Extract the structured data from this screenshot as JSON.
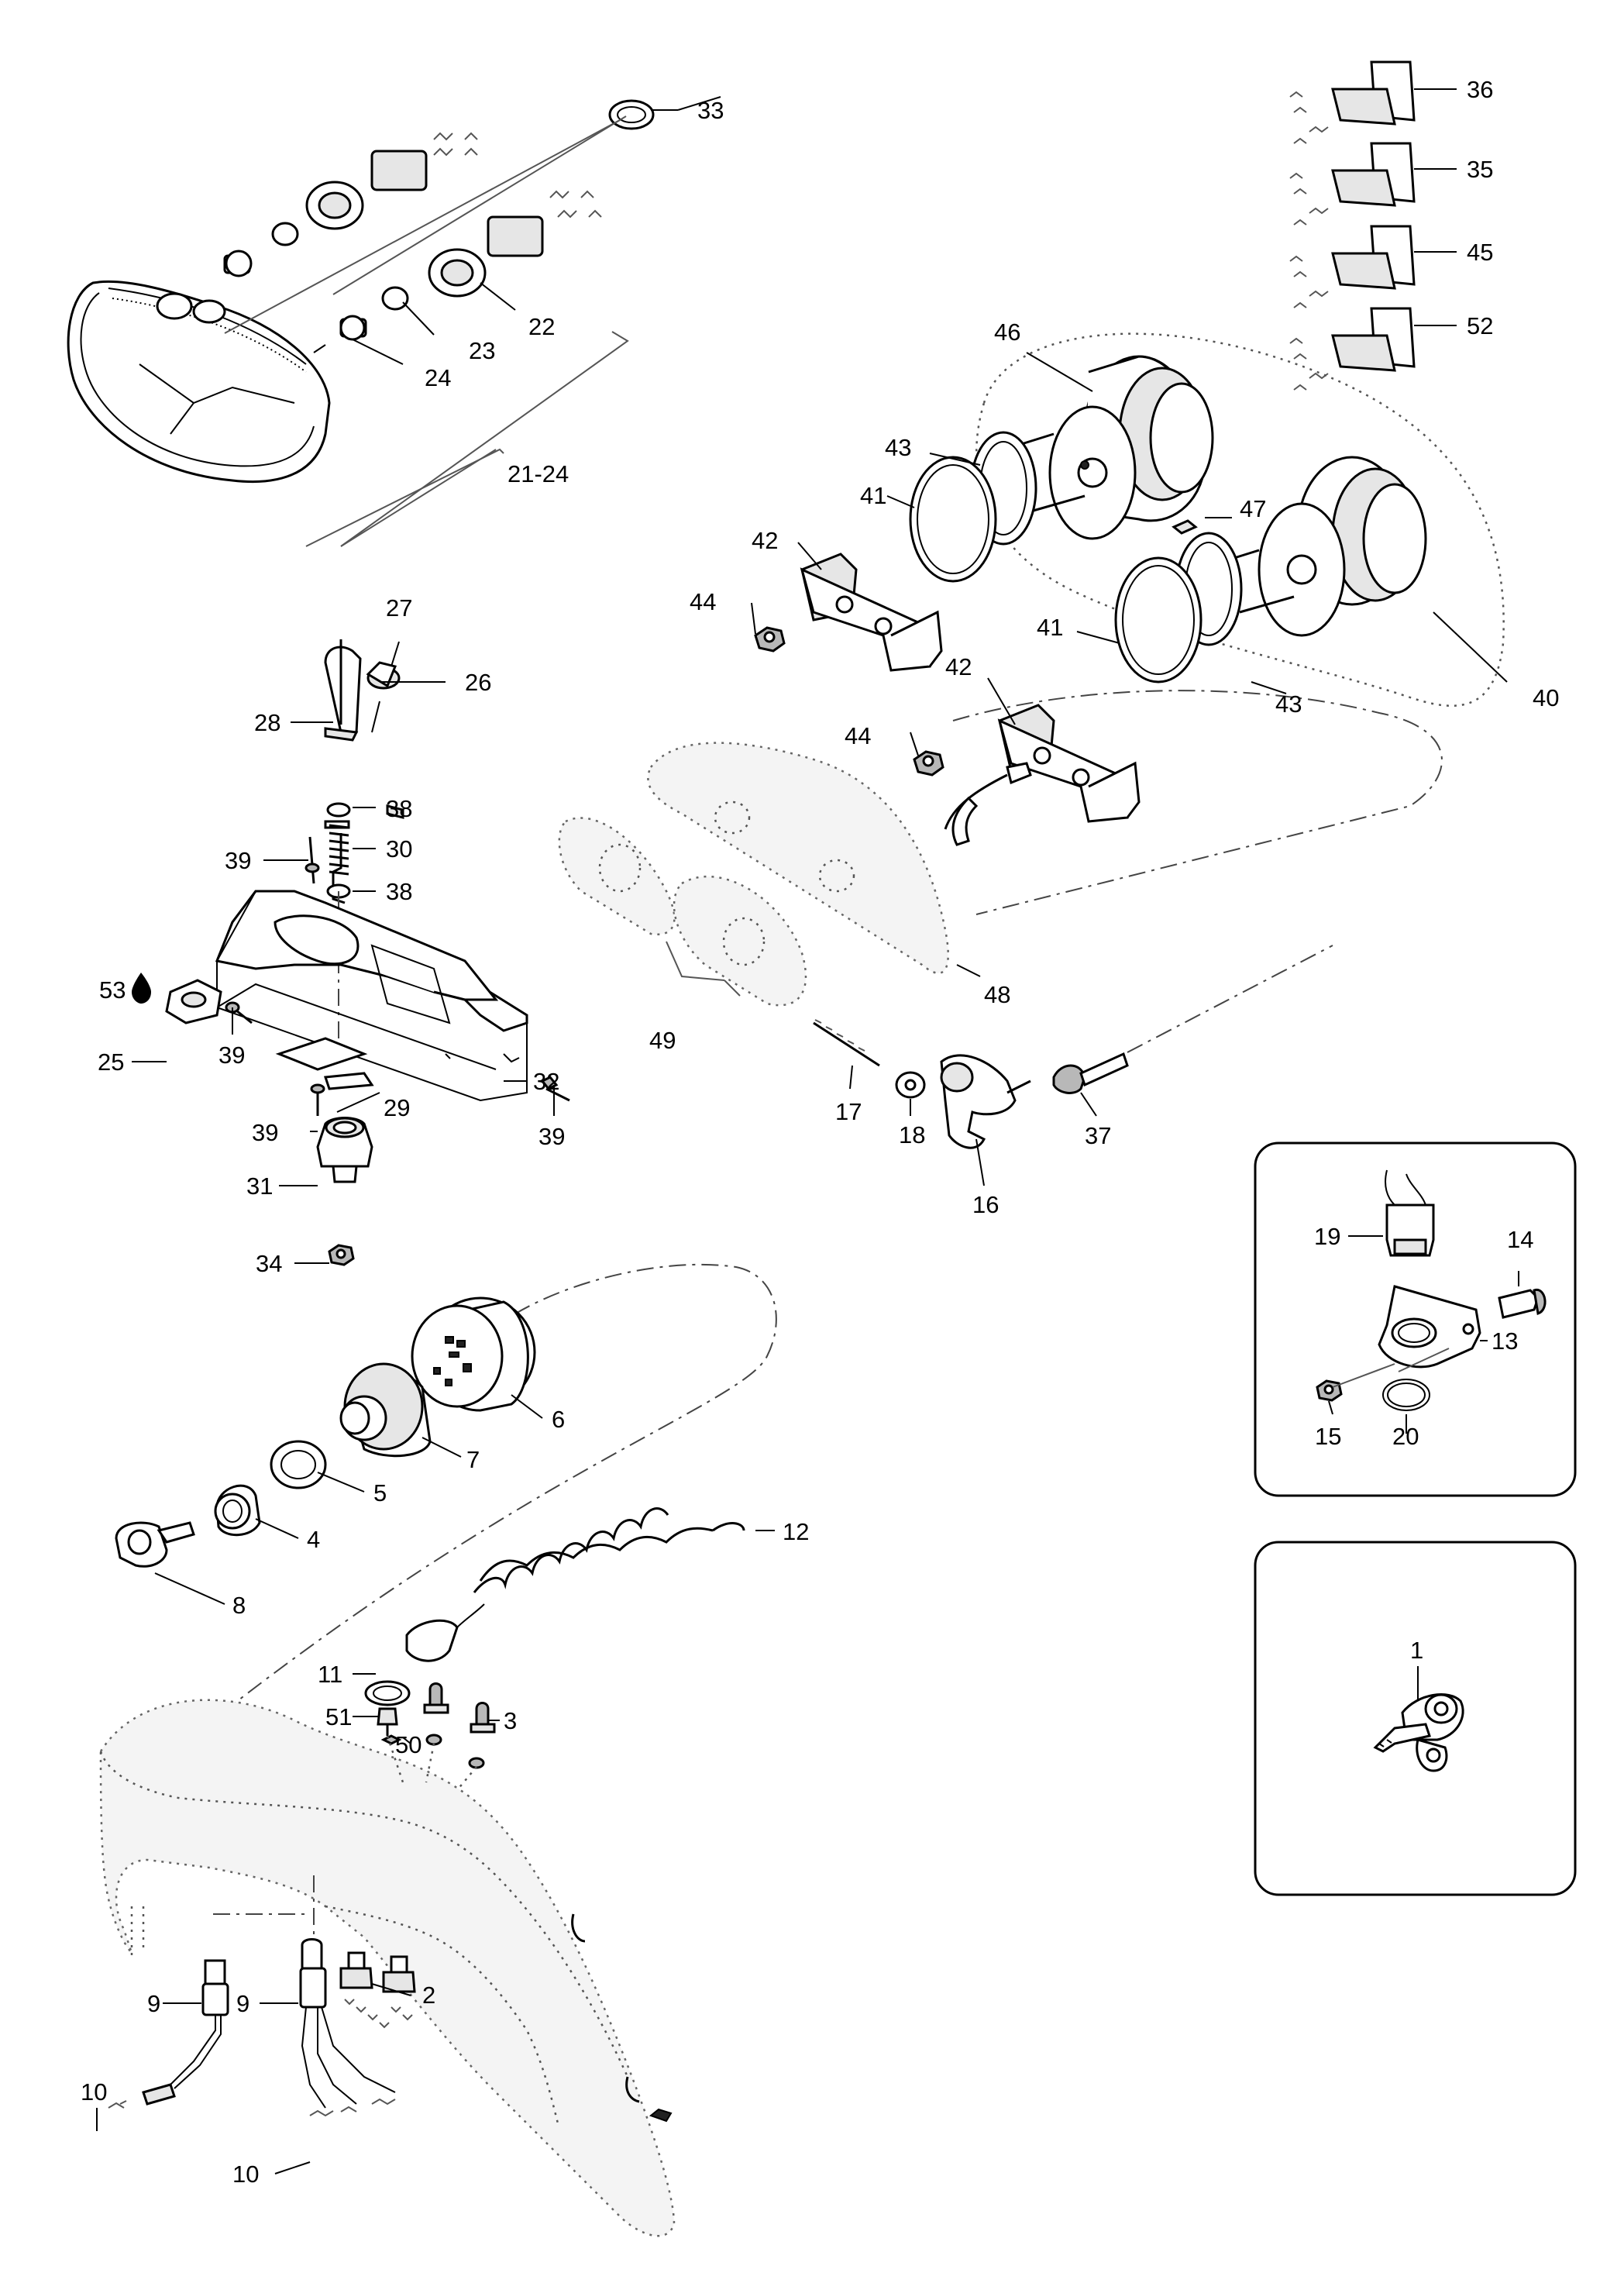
{
  "diagram": {
    "callouts": [
      {
        "id": "33",
        "label": "33"
      },
      {
        "id": "22",
        "label": "22"
      },
      {
        "id": "23",
        "label": "23"
      },
      {
        "id": "24",
        "label": "24"
      },
      {
        "id": "21-24",
        "label": "21-24"
      },
      {
        "id": "36",
        "label": "36"
      },
      {
        "id": "35",
        "label": "35"
      },
      {
        "id": "45",
        "label": "45"
      },
      {
        "id": "52",
        "label": "52"
      },
      {
        "id": "46",
        "label": "46"
      },
      {
        "id": "43a",
        "label": "43"
      },
      {
        "id": "41a",
        "label": "41"
      },
      {
        "id": "47",
        "label": "47"
      },
      {
        "id": "42a",
        "label": "42"
      },
      {
        "id": "44a",
        "label": "44"
      },
      {
        "id": "41b",
        "label": "41"
      },
      {
        "id": "42b",
        "label": "42"
      },
      {
        "id": "40",
        "label": "40"
      },
      {
        "id": "43b",
        "label": "43"
      },
      {
        "id": "44b",
        "label": "44"
      },
      {
        "id": "27",
        "label": "27"
      },
      {
        "id": "26",
        "label": "26"
      },
      {
        "id": "28",
        "label": "28"
      },
      {
        "id": "38a",
        "label": "38"
      },
      {
        "id": "39a",
        "label": "39"
      },
      {
        "id": "30",
        "label": "30"
      },
      {
        "id": "38b",
        "label": "38"
      },
      {
        "id": "53",
        "label": "53"
      },
      {
        "id": "25",
        "label": "25"
      },
      {
        "id": "39b",
        "label": "39"
      },
      {
        "id": "32",
        "label": "32"
      },
      {
        "id": "39c",
        "label": "39"
      },
      {
        "id": "29",
        "label": "29"
      },
      {
        "id": "39d",
        "label": "39"
      },
      {
        "id": "31",
        "label": "31"
      },
      {
        "id": "34",
        "label": "34"
      },
      {
        "id": "48",
        "label": "48"
      },
      {
        "id": "49",
        "label": "49"
      },
      {
        "id": "17",
        "label": "17"
      },
      {
        "id": "18",
        "label": "18"
      },
      {
        "id": "16",
        "label": "16"
      },
      {
        "id": "37",
        "label": "37"
      },
      {
        "id": "19",
        "label": "19"
      },
      {
        "id": "14",
        "label": "14"
      },
      {
        "id": "13",
        "label": "13"
      },
      {
        "id": "15",
        "label": "15"
      },
      {
        "id": "20",
        "label": "20"
      },
      {
        "id": "6",
        "label": "6"
      },
      {
        "id": "7",
        "label": "7"
      },
      {
        "id": "5",
        "label": "5"
      },
      {
        "id": "4",
        "label": "4"
      },
      {
        "id": "8",
        "label": "8"
      },
      {
        "id": "12",
        "label": "12"
      },
      {
        "id": "11",
        "label": "11"
      },
      {
        "id": "51",
        "label": "51"
      },
      {
        "id": "50",
        "label": "50"
      },
      {
        "id": "3",
        "label": "3"
      },
      {
        "id": "1",
        "label": "1"
      },
      {
        "id": "9a",
        "label": "9"
      },
      {
        "id": "9b",
        "label": "9"
      },
      {
        "id": "2",
        "label": "2"
      },
      {
        "id": "10a",
        "label": "10"
      },
      {
        "id": "10b",
        "label": "10"
      }
    ],
    "icons": {
      "drop": "oil-drop-icon"
    }
  }
}
